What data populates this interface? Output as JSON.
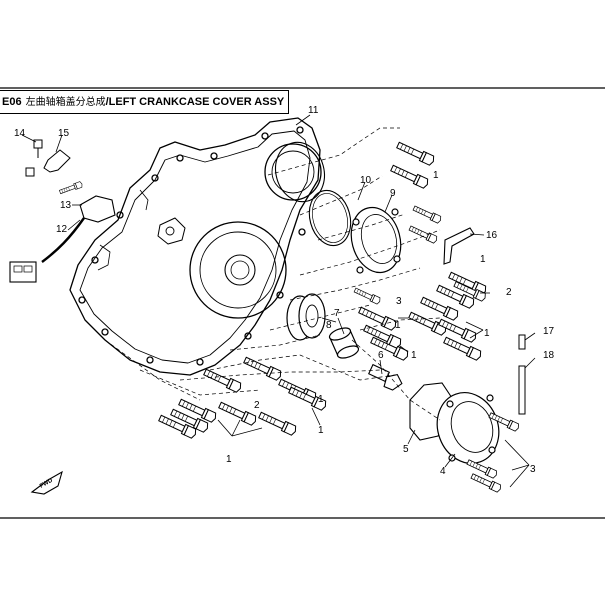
{
  "diagram": {
    "code": "E06",
    "title_cn": "左曲轴箱盖分总成",
    "title_en": "/LEFT CRANKCASE COVER ASSY",
    "front_marker": "FWD",
    "callouts": [
      "1",
      "2",
      "3",
      "4",
      "5",
      "6",
      "7",
      "8",
      "9",
      "10",
      "11",
      "12",
      "13",
      "14",
      "15",
      "16",
      "17",
      "18"
    ]
  }
}
